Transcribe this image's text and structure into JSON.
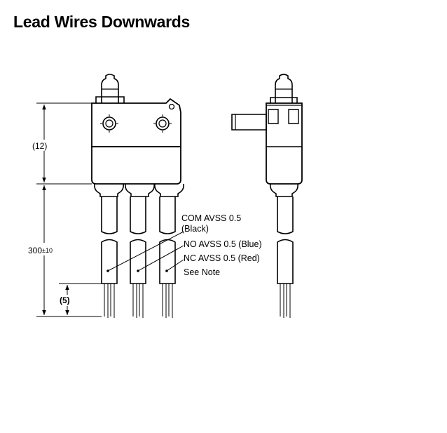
{
  "title": "Lead Wires Downwards",
  "dimensions": {
    "body_height": "(12)",
    "lead_length_main": "300",
    "lead_length_tol": "±10",
    "strip_length": "(5)"
  },
  "labels": {
    "com_line1": "COM AVSS 0.5",
    "com_line2": "(Black)",
    "no": "NO AVSS 0.5 (Blue)",
    "nc": "NC AVSS 0.5 (Red)",
    "note": "See Note"
  }
}
